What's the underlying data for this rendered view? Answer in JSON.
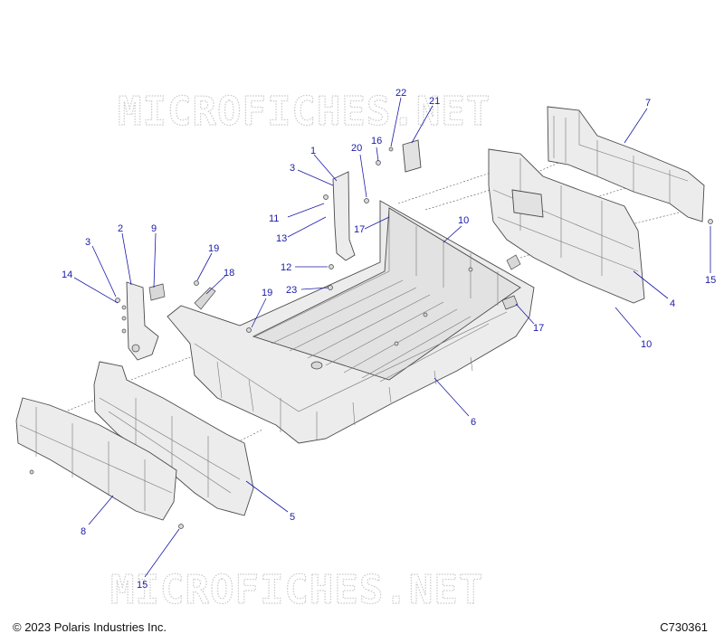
{
  "watermark": {
    "top_text": "MICROFICHES.NET",
    "bottom_text": "MICROFICHES.NET"
  },
  "footer": {
    "copyright": "© 2023 Polaris Industries Inc.",
    "diagram_code": "C730361"
  },
  "callouts": [
    {
      "id": "c1",
      "label": "1"
    },
    {
      "id": "c2",
      "label": "2"
    },
    {
      "id": "c3a",
      "label": "3"
    },
    {
      "id": "c3b",
      "label": "3"
    },
    {
      "id": "c4",
      "label": "4"
    },
    {
      "id": "c5",
      "label": "5"
    },
    {
      "id": "c6",
      "label": "6"
    },
    {
      "id": "c7",
      "label": "7"
    },
    {
      "id": "c8",
      "label": "8"
    },
    {
      "id": "c9",
      "label": "9"
    },
    {
      "id": "c10a",
      "label": "10"
    },
    {
      "id": "c10b",
      "label": "10"
    },
    {
      "id": "c11",
      "label": "11"
    },
    {
      "id": "c12",
      "label": "12"
    },
    {
      "id": "c13",
      "label": "13"
    },
    {
      "id": "c14",
      "label": "14"
    },
    {
      "id": "c15a",
      "label": "15"
    },
    {
      "id": "c15b",
      "label": "15"
    },
    {
      "id": "c16",
      "label": "16"
    },
    {
      "id": "c17a",
      "label": "17"
    },
    {
      "id": "c17b",
      "label": "17"
    },
    {
      "id": "c18",
      "label": "18"
    },
    {
      "id": "c19a",
      "label": "19"
    },
    {
      "id": "c19b",
      "label": "19"
    },
    {
      "id": "c20",
      "label": "20"
    },
    {
      "id": "c21",
      "label": "21"
    },
    {
      "id": "c22",
      "label": "22"
    },
    {
      "id": "c23",
      "label": "23"
    }
  ]
}
